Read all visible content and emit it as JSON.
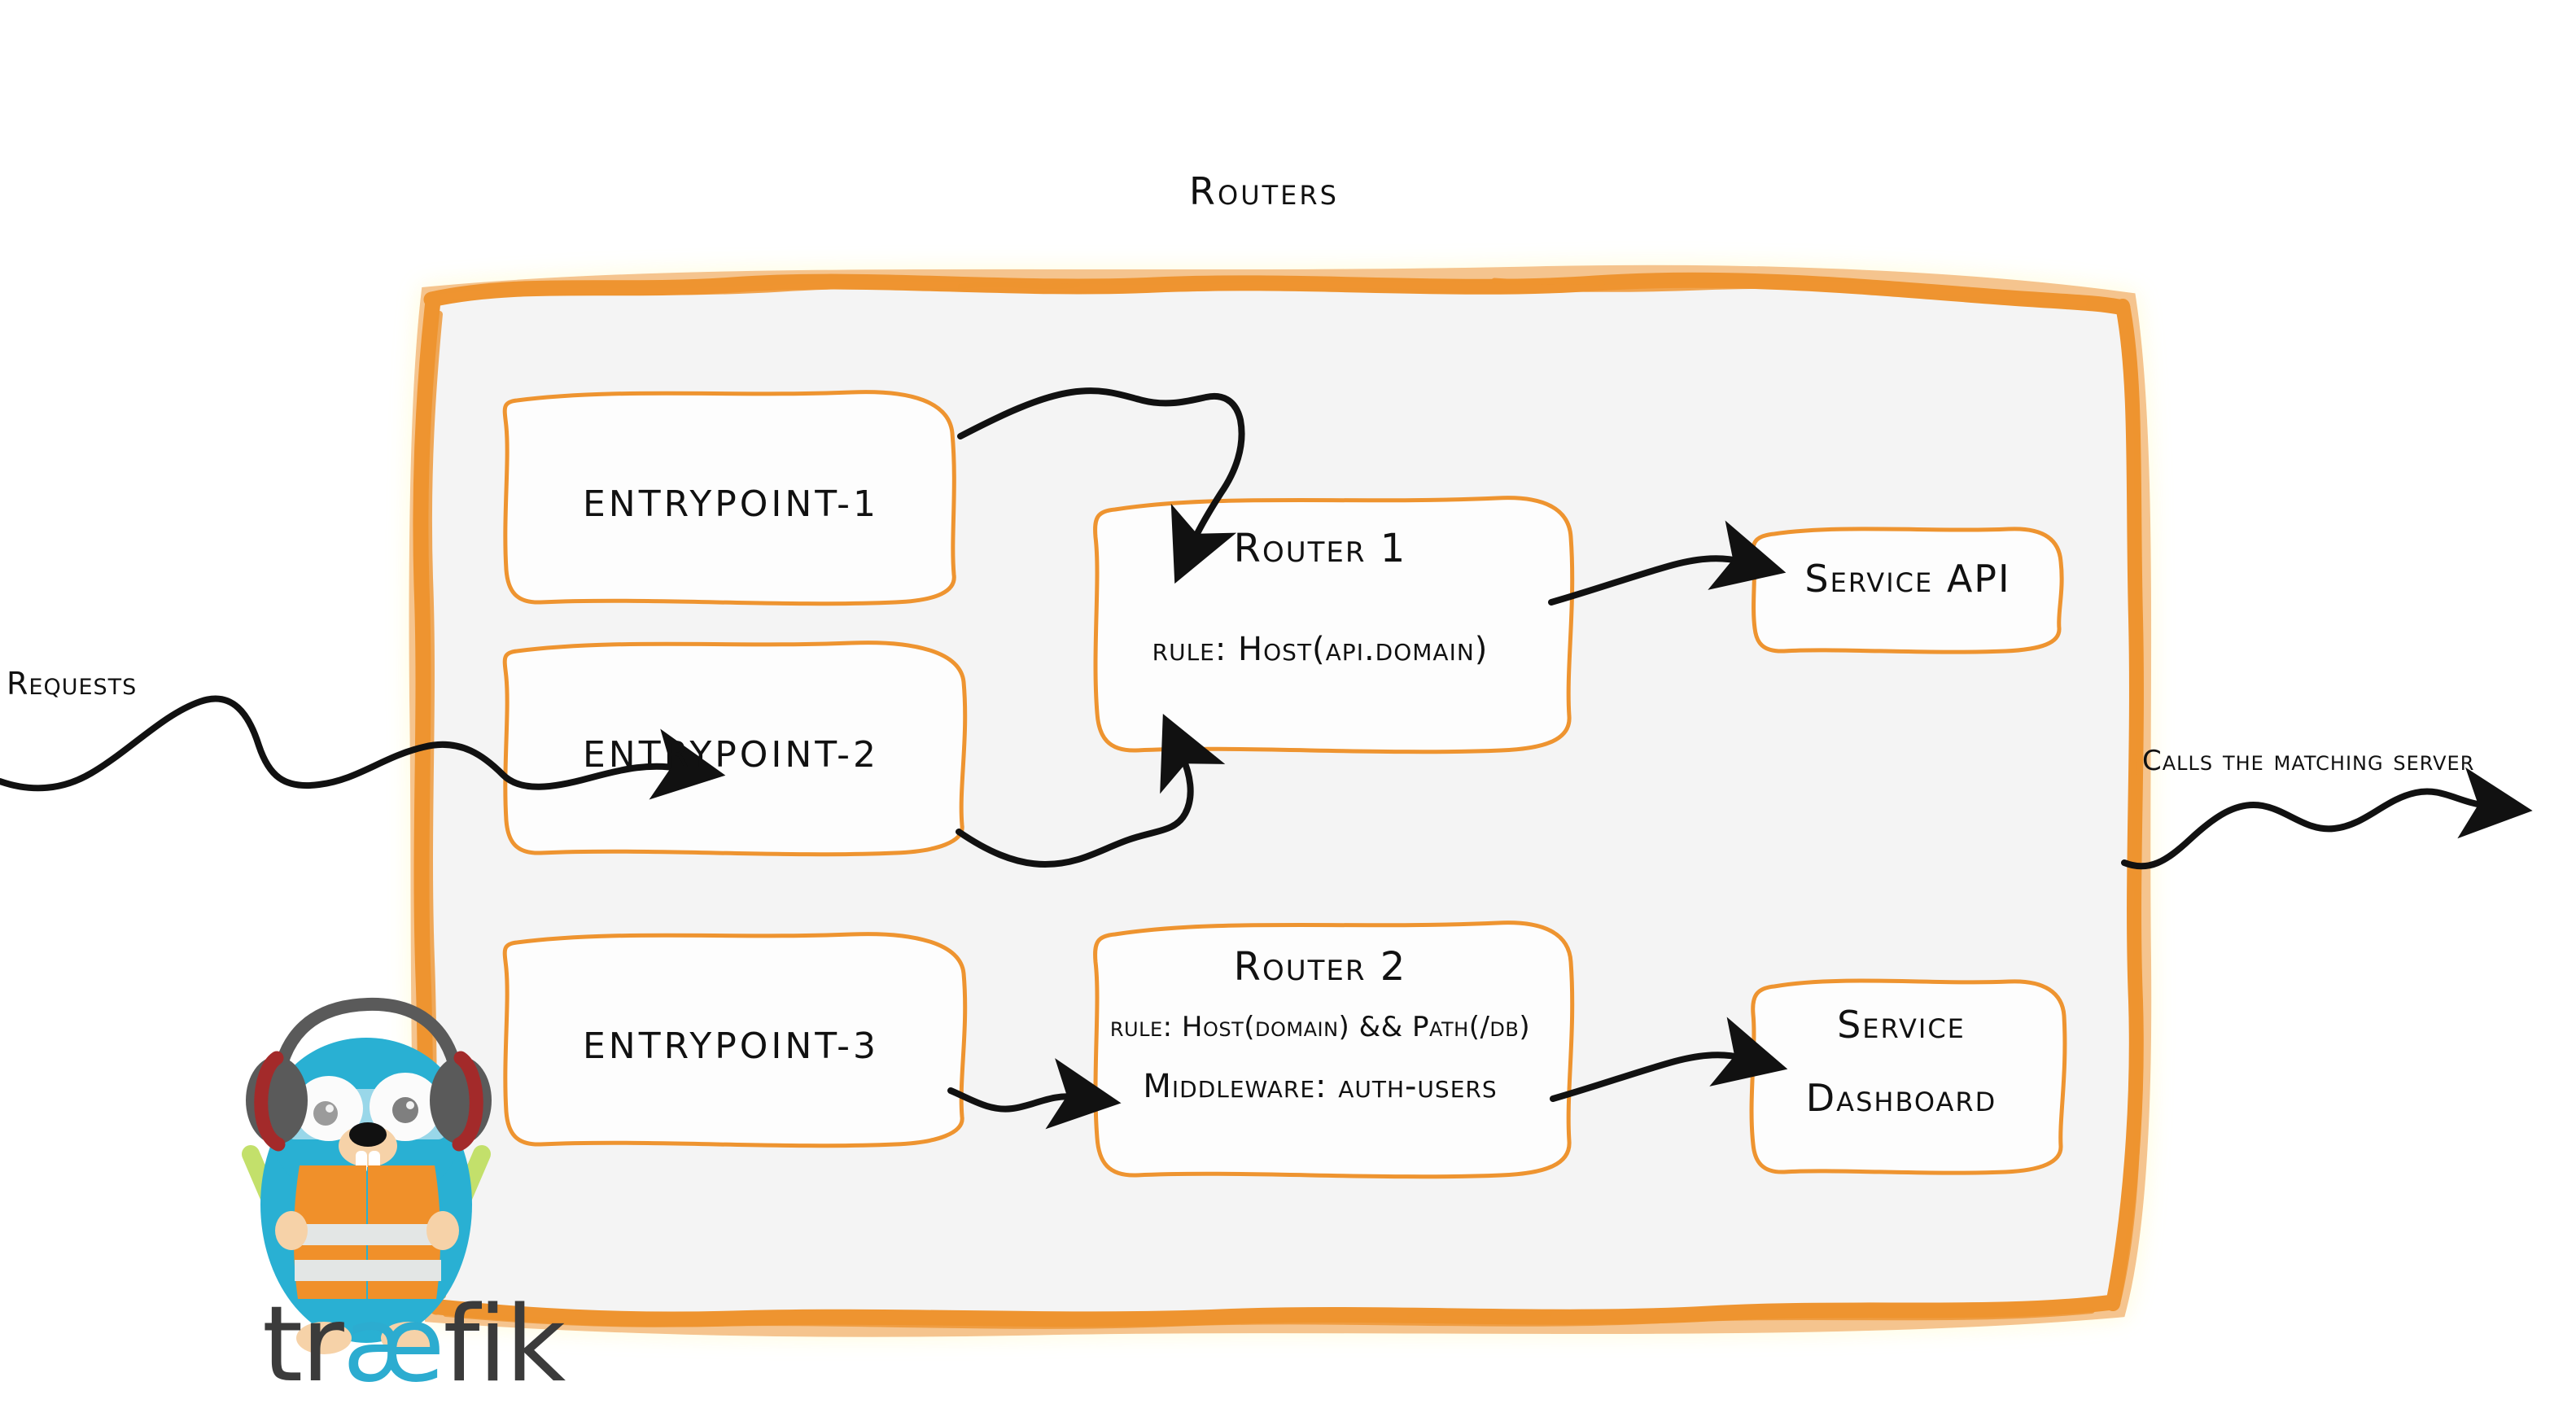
{
  "diagram": {
    "title": "Routers",
    "brand": {
      "name": "træfik",
      "name_prefix": "tr",
      "name_ligature": "æ",
      "name_suffix": "fik"
    },
    "colors": {
      "border_orange": "#ee9430",
      "container_fill": "#f4f4f4",
      "box_fill": "#fdfdfd",
      "ink": "#111111",
      "logo_dark": "#3b3b3b",
      "logo_cyan": "#2cacd0",
      "gopher_body": "#29b0d3",
      "gopher_vest": "#f0902a",
      "gopher_vest_stripe": "#e3e6e5",
      "gopher_headphone": "#5a5a5a",
      "gopher_headphone_pad": "#a32a2a",
      "gopher_wand": "#c3e06b",
      "gopher_skin": "#f6d2a8"
    },
    "entrypoints": [
      {
        "label": "entrypoint-1"
      },
      {
        "label": "entrypoint-2"
      },
      {
        "label": "entrypoint-3"
      }
    ],
    "routers": [
      {
        "name": "Router 1",
        "lines": [
          "rule: Host(api.domain)"
        ]
      },
      {
        "name": "Router 2",
        "lines": [
          "rule: Host(domain) && Path(/db)",
          "Middleware: auth-users"
        ]
      }
    ],
    "services": [
      {
        "label": "Service API",
        "lines": [
          "Service API"
        ]
      },
      {
        "label": "Service Dashboard",
        "lines": [
          "Service",
          "Dashboard"
        ]
      }
    ],
    "annotations": {
      "left": "Requests",
      "right": "Calls the matching server"
    },
    "icons": {
      "arrow": "squiggly-arrow-icon",
      "gopher": "traefik-gopher-icon"
    }
  }
}
